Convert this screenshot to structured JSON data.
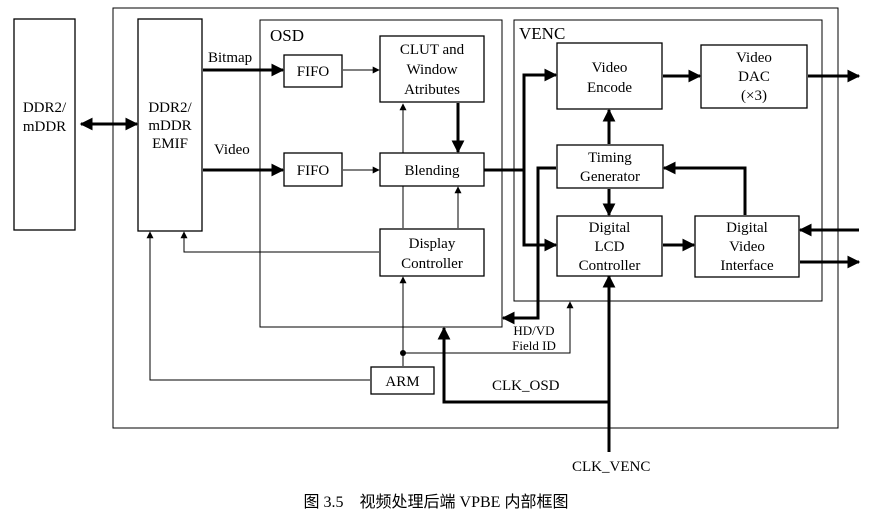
{
  "blocks": {
    "ddr_line1": "DDR2/",
    "ddr_line2": "mDDR",
    "emif_line1": "DDR2/",
    "emif_line2": "mDDR",
    "emif_line3": "EMIF",
    "osd_title": "OSD",
    "venc_title": "VENC",
    "fifo_bitmap": "FIFO",
    "fifo_video": "FIFO",
    "clut_line1": "CLUT and",
    "clut_line2": "Window",
    "clut_line3": "Atributes",
    "blending": "Blending",
    "display_line1": "Display",
    "display_line2": "Controller",
    "arm": "ARM",
    "video_encode_line1": "Video",
    "video_encode_line2": "Encode",
    "video_dac_line1": "Video",
    "video_dac_line2": "DAC",
    "video_dac_line3": "(×3)",
    "timing_line1": "Timing",
    "timing_line2": "Generator",
    "lcd_line1": "Digital",
    "lcd_line2": "LCD",
    "lcd_line3": "Controller",
    "dvi_line1": "Digital",
    "dvi_line2": "Video",
    "dvi_line3": "Interface"
  },
  "signals": {
    "bitmap": "Bitmap",
    "video": "Video",
    "hd_vd": "HD/VD",
    "field_id": "Field ID",
    "clk_osd": "CLK_OSD",
    "clk_venc": "CLK_VENC"
  },
  "caption": "图 3.5　视频处理后端 VPBE 内部框图"
}
